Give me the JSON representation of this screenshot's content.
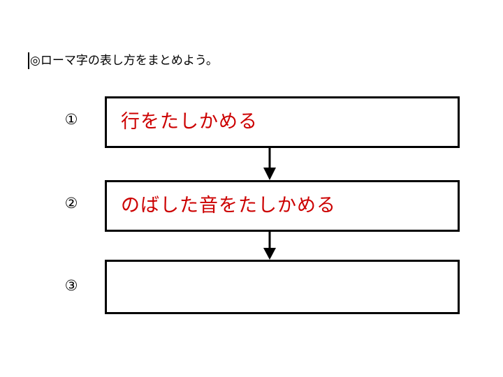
{
  "slide": {
    "background_color": "#ffffff",
    "title": {
      "text": "◎ローマ字の表し方をまとめよう。",
      "color": "#000000",
      "caret_visible": true
    },
    "accent_color": "#cc0000",
    "border_color": "#000000"
  },
  "flow": {
    "steps": [
      {
        "marker": "①",
        "label": "行をたしかめる"
      },
      {
        "marker": "②",
        "label": "のばした音をたしかめる"
      },
      {
        "marker": "③",
        "label": ""
      }
    ],
    "connectors": [
      {
        "type": "down-arrow",
        "from": "step-1",
        "to": "step-2"
      },
      {
        "type": "down-arrow",
        "from": "step-2",
        "to": "step-3"
      }
    ]
  }
}
